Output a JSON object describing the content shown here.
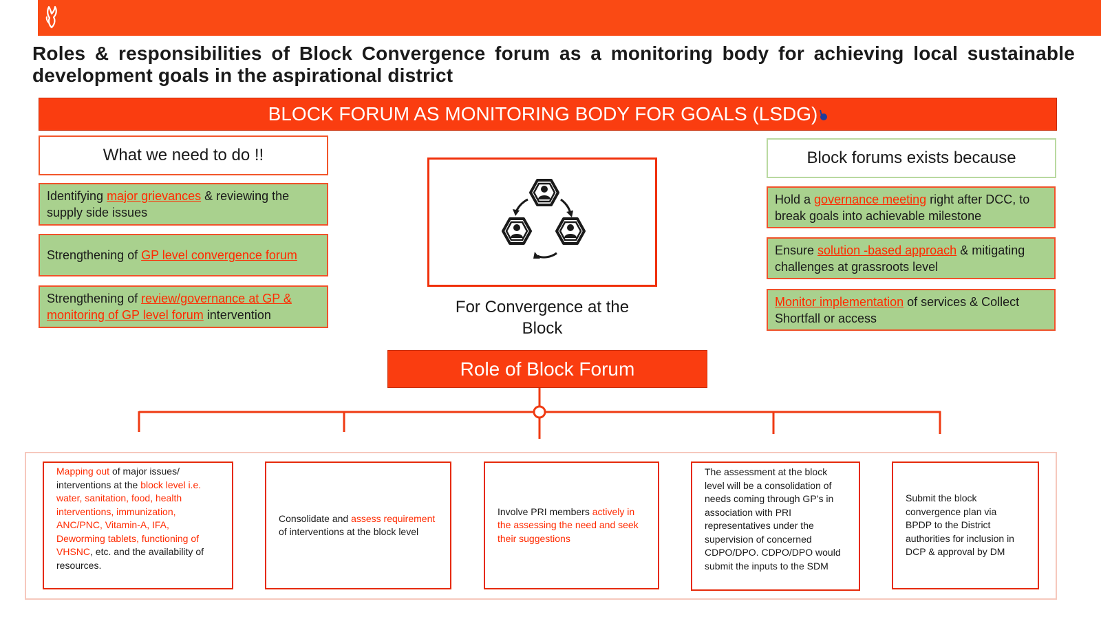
{
  "title": "Roles & responsibilities of Block Convergence forum as a monitoring body for achieving local sustainable development goals in the aspirational district",
  "banner": "BLOCK FORUM AS MONITORING BODY FOR GOALS (LSDG)",
  "left_column": {
    "heading": "What we need to do !!",
    "items": [
      {
        "before": "Identifying ",
        "highlight": "major grievances",
        "after": " & reviewing the supply side issues"
      },
      {
        "before": "Strengthening of ",
        "highlight": "GP level convergence forum",
        "after": ""
      },
      {
        "before": "Strengthening of ",
        "highlight": "review/governance at GP & monitoring of GP level forum",
        "after": " intervention"
      }
    ]
  },
  "right_column": {
    "heading": "Block forums exists because",
    "items": [
      {
        "before": "Hold a ",
        "highlight": "governance meeting",
        "after": " right after DCC, to break goals into achievable milestone"
      },
      {
        "before": "Ensure ",
        "highlight": "solution -based approach",
        "after": " & mitigating challenges at grassroots level"
      },
      {
        "before": "",
        "highlight": "Monitor implementation",
        "after": " of services & Collect Shortfall or access"
      }
    ]
  },
  "center": {
    "icon": "convergence-cycle-icon",
    "caption": "For Convergence at the Block"
  },
  "role_box": "Role of Block Forum",
  "cards": [
    {
      "a": "Mapping out",
      "b": " of major issues/ interventions at the ",
      "c": "block level i.e. water, sanitation, food, health interventions, immunization, ANC/PNC, Vitamin-A, IFA, Deworming tablets, functioning of VHSNC",
      "d": ", etc. and the availability of resources."
    },
    {
      "a": "Consolidate and ",
      "b": "assess requirement",
      "c": " of interventions at the block level"
    },
    {
      "a": "Involve PRI members ",
      "b": "actively in the assessing the need and seek their suggestions"
    },
    {
      "text": "The assessment at the block level will be a consolidation of needs coming through GP’s in association with PRI representatives under the supervision of concerned CDPO/DPO. CDPO/DPO would submit the inputs to the SDM"
    },
    {
      "text": "Submit the block convergence plan via BPDP to the District authorities for inclusion in DCP & approval by DM"
    }
  ],
  "colors": {
    "accent": "#fa4a14",
    "green_fill": "#a9d18e",
    "highlight_text": "#ff2a00"
  }
}
